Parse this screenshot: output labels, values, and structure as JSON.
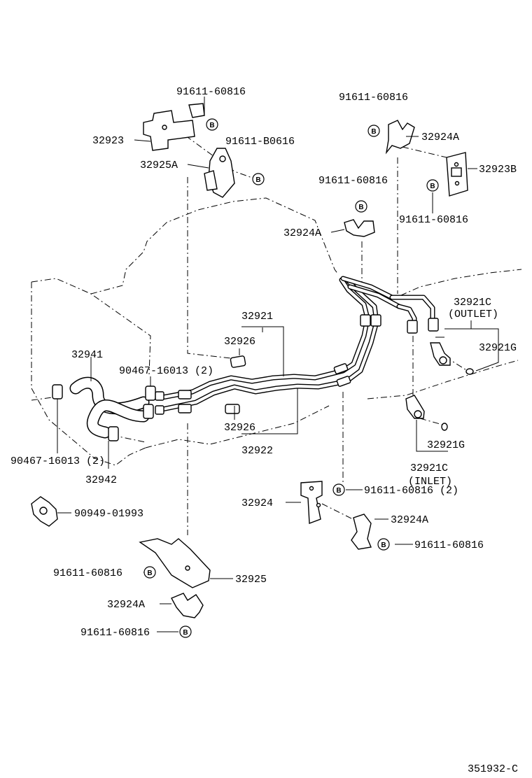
{
  "labels": {
    "bolt_top_left": "91611-60816",
    "bracket_32923": "32923",
    "bolt_b0616": "91611-B0616",
    "clamp_32925a": "32925A",
    "bolt_top_right": "91611-60816",
    "clamp_32924a_top_right": "32924A",
    "bracket_32923b": "32923B",
    "bolt_mid_upper": "91611-60816",
    "clamp_32924a_mid": "32924A",
    "bolt_right_mid": "91611-60816",
    "tube_32921": "32921",
    "hose_32926_upper": "32926",
    "outlet_32921c": "32921C",
    "outlet_paren": "(OUTLET)",
    "oring_32921g_upper": "32921G",
    "hose_32941": "32941",
    "clip_90467_upper": "90467-16013 (2)",
    "clip_90467_lower": "90467-16013 (2)",
    "hose_32942": "32942",
    "hose_32926_lower": "32926",
    "tube_32922": "32922",
    "oring_32921g_lower": "32921G",
    "inlet_32921c": "32921C",
    "inlet_paren": "(INLET)",
    "clamp_90949": "90949-01993",
    "bracket_32924": "32924",
    "bolt_inlet_2": "91611-60816 (2)",
    "clamp_32924a_lower_right": "32924A",
    "bolt_lower_right": "91611-60816",
    "bolt_bottom_left_1": "91611-60816",
    "bracket_32925": "32925",
    "clamp_32924a_bottom": "32924A",
    "bolt_bottom_left_2": "91611-60816",
    "figure_code": "351932-C"
  },
  "bolt_mark": "B"
}
